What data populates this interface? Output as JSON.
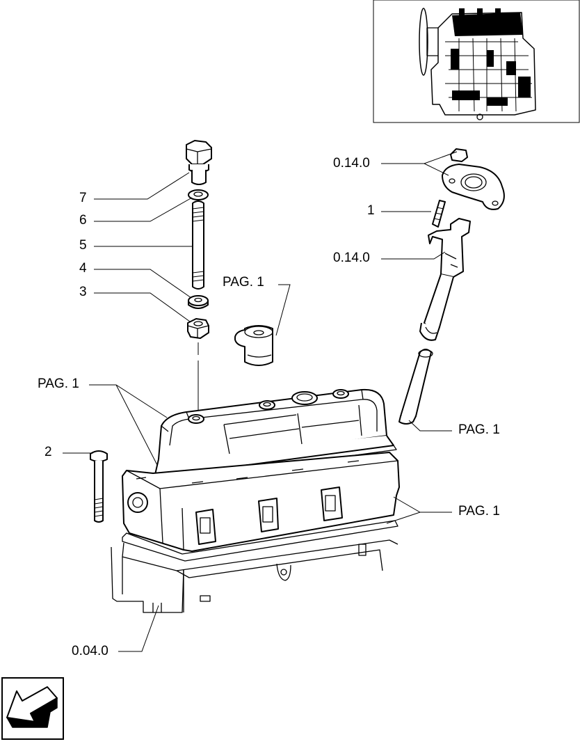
{
  "callouts": {
    "c7": "7",
    "c6": "6",
    "c5": "5",
    "c4": "4",
    "c3": "3",
    "c2": "2",
    "c1": "1",
    "ref_0140_a": "0.14.0",
    "ref_0140_b": "0.14.0",
    "pag1_a": "PAG. 1",
    "pag1_b": "PAG. 1",
    "pag1_c": "PAG. 1",
    "pag1_d": "PAG. 1",
    "ref_0040": "0.04.0"
  },
  "icons": {
    "nav": "back-arrow-icon",
    "engine": "engine-thumbnail-icon"
  }
}
